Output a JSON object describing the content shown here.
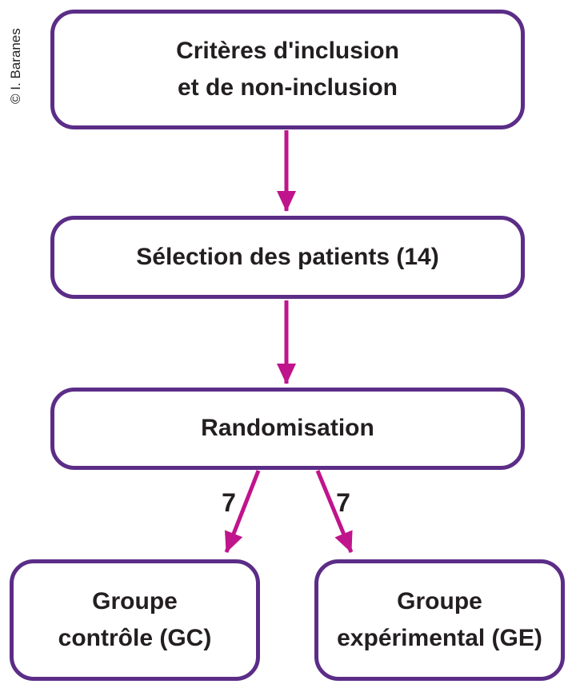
{
  "copyright": "© I. Baranes",
  "colors": {
    "box_border": "#5b2d87",
    "arrow": "#c0148c",
    "text": "#231f20",
    "background": "#ffffff"
  },
  "flowchart": {
    "nodes": [
      {
        "id": "criteres",
        "label": "Critères d'inclusion\net de non-inclusion"
      },
      {
        "id": "selection",
        "label": "Sélection des patients (14)"
      },
      {
        "id": "randomisation",
        "label": "Randomisation"
      },
      {
        "id": "groupe-controle",
        "label": "Groupe\ncontrôle (GC)"
      },
      {
        "id": "groupe-experimental",
        "label": "Groupe\nexpérimental (GE)"
      }
    ],
    "edges": [
      {
        "from": "criteres",
        "to": "selection",
        "label": ""
      },
      {
        "from": "selection",
        "to": "randomisation",
        "label": ""
      },
      {
        "from": "randomisation",
        "to": "groupe-controle",
        "label": "7"
      },
      {
        "from": "randomisation",
        "to": "groupe-experimental",
        "label": "7"
      }
    ]
  }
}
